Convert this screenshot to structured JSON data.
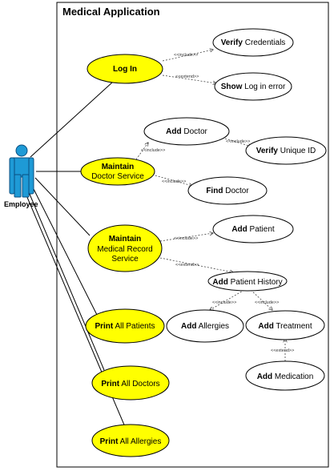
{
  "system": {
    "title": "Medical Application"
  },
  "actor": {
    "label": "Employee"
  },
  "use_cases": {
    "log_in": {
      "bold": "Log In",
      "rest": ""
    },
    "verify_credentials": {
      "bold": "Verify",
      "rest": " Credentials"
    },
    "show_log_in_error": {
      "bold": "Show",
      "rest": " Log in error"
    },
    "add_doctor": {
      "bold": "Add",
      "rest": " Doctor"
    },
    "verify_unique_id": {
      "bold": "Verify",
      "rest": " Unique ID"
    },
    "maintain_doctor_service": {
      "line1": "Maintain",
      "line2": "Doctor Service"
    },
    "find_doctor": {
      "bold": "Find",
      "rest": " Doctor"
    },
    "maintain_medical_record_service": {
      "line1": "Maintain",
      "line2": "Medical Record",
      "line3": "Service"
    },
    "add_patient": {
      "bold": "Add",
      "rest": " Patient"
    },
    "add_patient_history": {
      "bold": "Add",
      "rest": " Patient History"
    },
    "add_allergies": {
      "bold": "Add",
      "rest": " Allergies"
    },
    "add_treatment": {
      "bold": "Add",
      "rest": " Treatment"
    },
    "add_medication": {
      "bold": "Add",
      "rest": " Medication"
    },
    "print_all_patients": {
      "bold": "Print",
      "rest": " All Patients"
    },
    "print_all_doctors": {
      "bold": "Print",
      "rest": " All Doctors"
    },
    "print_all_allergies": {
      "bold": "Print",
      "rest": " All Allergies"
    }
  },
  "relations": {
    "login_verify": "<<include>>",
    "login_show_error": "<<extend>>",
    "doctor_add": "<<include>>",
    "add_doctor_verify": "<<include>>",
    "doctor_find": "<<include>>",
    "record_add_patient": "<<include>>",
    "record_add_history": "<<extend>>",
    "history_allergies": "<<include>>",
    "history_treatment": "<<include>>",
    "treatment_medication": "<<extend>>"
  },
  "colors": {
    "actor_fill": "#1e9ad6",
    "actor_stroke": "#0b4f80",
    "highlight_fill": "#ffff00",
    "plain_fill": "#ffffff",
    "stroke": "#000000"
  }
}
